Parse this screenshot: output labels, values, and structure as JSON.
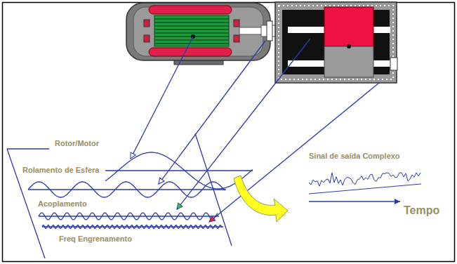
{
  "diagram": {
    "labels": [
      "Rotor/Motor",
      "Rolamento de Esfera",
      "Acoplamento",
      "Freq Engrenamento",
      "Sinal de saída Complexo",
      "Tempo"
    ]
  }
}
